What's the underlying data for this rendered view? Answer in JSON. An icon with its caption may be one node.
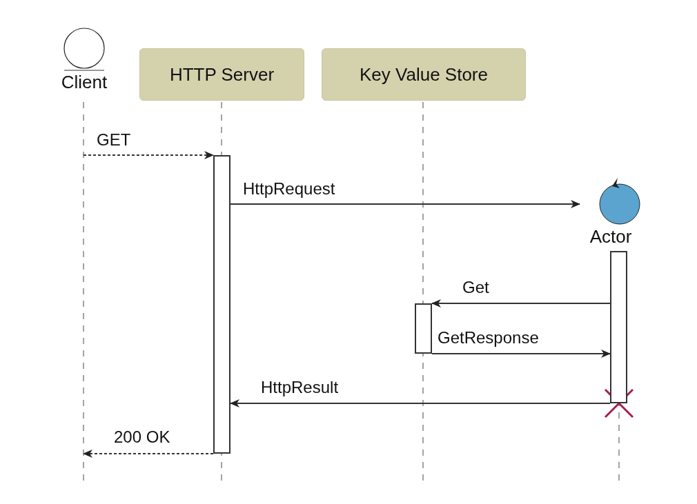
{
  "diagram": {
    "nodes": [
      {
        "text": [
          "Client"
        ]
      },
      {
        "text": [
          "HTTP Server"
        ]
      },
      {
        "text": [
          "Key Value Store"
        ]
      },
      {
        "text": [
          "Actor"
        ]
      },
      {
        "text": [],
        "shape": "bar"
      },
      {
        "text": [],
        "shape": "bar"
      },
      {
        "text": [],
        "shape": "bar"
      }
    ],
    "edges": [
      {
        "from": null,
        "to": 4,
        "arrow": "to",
        "label": "GET",
        "style": "dashed"
      },
      {
        "from": 4,
        "to": 3,
        "arrow": "to",
        "label": "HttpRequest"
      },
      {
        "from": 6,
        "to": 5,
        "arrow": "to",
        "label": "Get"
      },
      {
        "from": 5,
        "to": 6,
        "arrow": "to",
        "label": "GetResponse"
      },
      {
        "from": 6,
        "to": 4,
        "arrow": "to",
        "label": "HttpResult"
      },
      {
        "from": 4,
        "to": null,
        "arrow": "to",
        "label": "200 OK",
        "style": "dashed"
      }
    ]
  }
}
